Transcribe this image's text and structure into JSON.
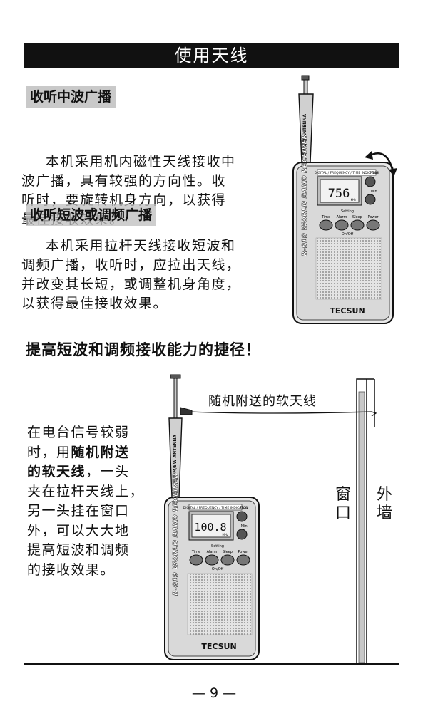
{
  "page_title": "使用天线",
  "section1": {
    "label": "收听中波广播",
    "body": [
      "本机采用机内磁性天线接收中",
      "波广播，具有较强的方向性。收",
      "听时，要旋转机身方向，以获得",
      "最佳接收效果。"
    ]
  },
  "section2": {
    "label": "收听短波或调频广播",
    "body": [
      "本机采用拉杆天线接收短波和",
      "调频广播，收听时，应拉出天线，",
      "并改变其长短，或调整机身角度，",
      "以获得最佳接收效果。"
    ]
  },
  "section3": {
    "heading": "提高短波和调频接收能力的捷径！",
    "body_lines": [
      [
        {
          "t": "在电台信号较弱",
          "b": false
        }
      ],
      [
        {
          "t": "时，用",
          "b": false
        },
        {
          "t": "随机附送",
          "b": true
        }
      ],
      [
        {
          "t": "的软天线",
          "b": true
        },
        {
          "t": "，一头",
          "b": false
        }
      ],
      [
        {
          "t": "夹在拉杆天线上，",
          "b": false
        }
      ],
      [
        {
          "t": "另一头挂在窗口",
          "b": false
        }
      ],
      [
        {
          "t": "外，可以大大地",
          "b": false
        }
      ],
      [
        {
          "t": "提高短波和调频",
          "b": false
        }
      ],
      [
        {
          "t": "的接收效果。",
          "b": false
        }
      ]
    ],
    "wire_label": "随机附送的软天线",
    "window_label": "窗口",
    "outside_label": "外墙"
  },
  "radio_top": {
    "antenna_label": "FM/SW ANTENNA",
    "side_text": "R-919 WORLD BAND RECEIVER",
    "display": "756",
    "display_unit": "kHz",
    "top_strip": "DIGITAL / FREQUENCY / TIME INDICATOR",
    "buttons": [
      "Time",
      "Alarm",
      "Sleep",
      "Power"
    ],
    "side_buttons": [
      "Hour",
      "Min."
    ],
    "setting": "Setting",
    "onoff": "On/Off",
    "brand": "TECSUN"
  },
  "radio_bottom": {
    "antenna_label": "FM/SW ANTENNA",
    "side_text": "R-919 WORLD BAND RECEIVER",
    "display": "100.8",
    "display_unit": "MHz",
    "top_strip": "DIGITAL / FREQUENCY / TIME INDICATOR",
    "buttons": [
      "Time",
      "Alarm",
      "Sleep",
      "Power"
    ],
    "side_buttons": [
      "Hour",
      "Min."
    ],
    "setting": "Setting",
    "onoff": "On/Off",
    "brand": "TECSUN"
  },
  "page_number": "— 9 —"
}
